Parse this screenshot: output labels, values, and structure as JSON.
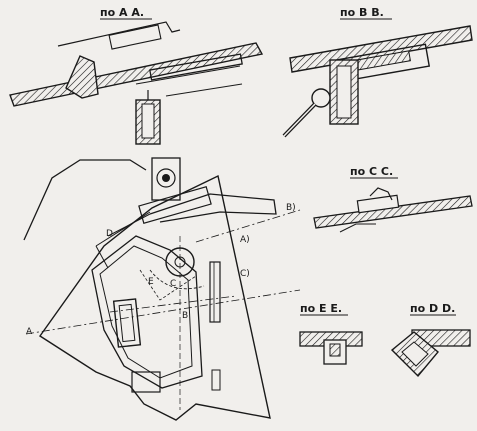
{
  "views": {
    "aa": "по А А.",
    "bb": "по В В.",
    "cc": "по С С.",
    "ee": "по Е Е.",
    "dd": "по D D."
  },
  "section_marks": {
    "a_left": "A",
    "a_right": "A)",
    "b_lower": "B",
    "b_upper": "B)",
    "c_lower": "C",
    "c_right": "C)",
    "d_left": "D",
    "e_mark": "E"
  },
  "colors": {
    "ink": "#1a1a1a",
    "paper": "#f1efec"
  }
}
